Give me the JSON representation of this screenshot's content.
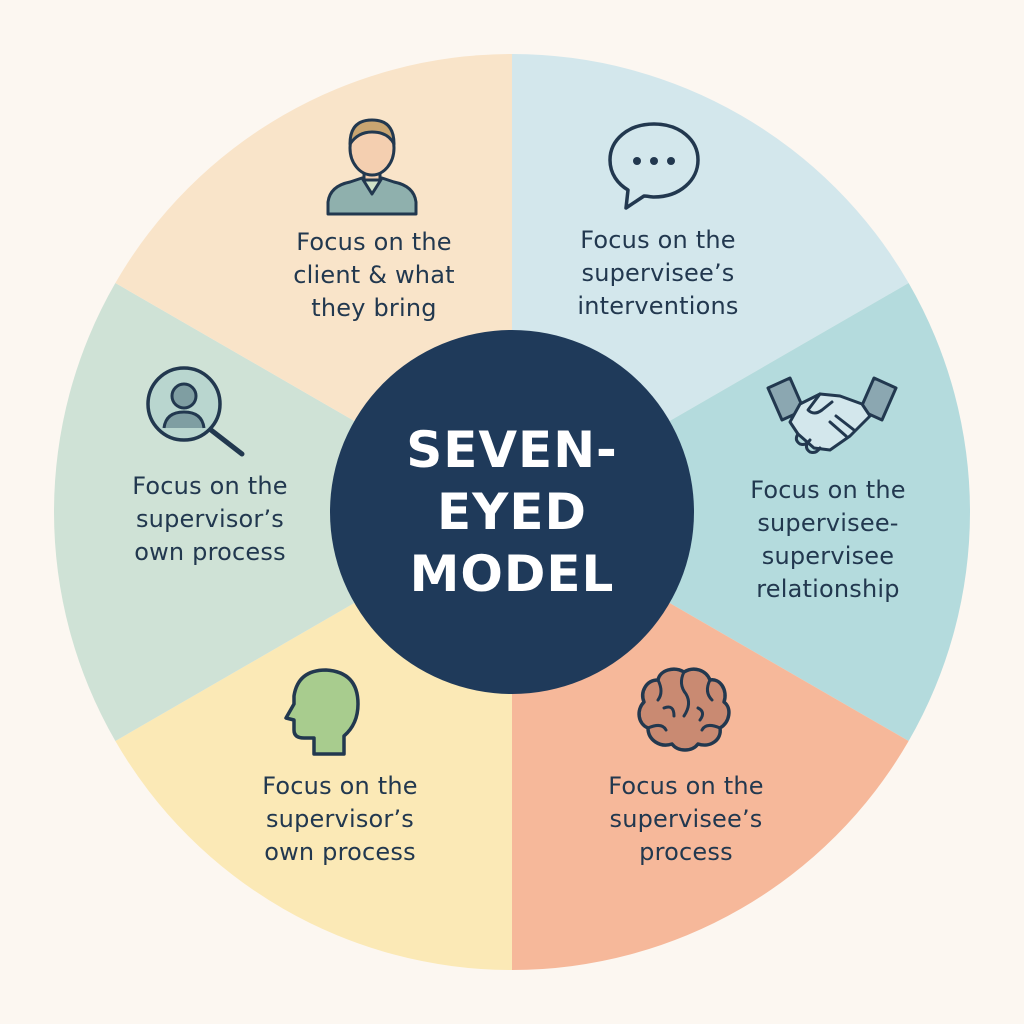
{
  "center": {
    "title": "SEVEN-\nEYED\nMODEL",
    "color": "#1f3a5a"
  },
  "segments": [
    {
      "id": "client",
      "label": "Focus on the\nclient & what\nthey bring",
      "icon": "person-icon",
      "color": "#f9e4c9"
    },
    {
      "id": "interventions",
      "label": "Focus on the\nsupervisee’s\ninterventions",
      "icon": "speech-bubble-icon",
      "color": "#d3e7ec"
    },
    {
      "id": "relationship",
      "label": "Focus on the\nsupervisee-\nsupervisee\nrelationship",
      "icon": "handshake-icon",
      "color": "#b4dbdd"
    },
    {
      "id": "supervisee-process",
      "label": "Focus on the\nsupervisee’s\nprocess",
      "icon": "brain-icon",
      "color": "#f6b89a"
    },
    {
      "id": "supervisor-process-bottom",
      "label": "Focus on the\nsupervisor’s\nown process",
      "icon": "head-profile-icon",
      "color": "#fbe9b6"
    },
    {
      "id": "supervisor-process-left",
      "label": "Focus on the\nsupervisor’s\nown process",
      "icon": "magnifier-person-icon",
      "color": "#cfe2d6"
    }
  ]
}
